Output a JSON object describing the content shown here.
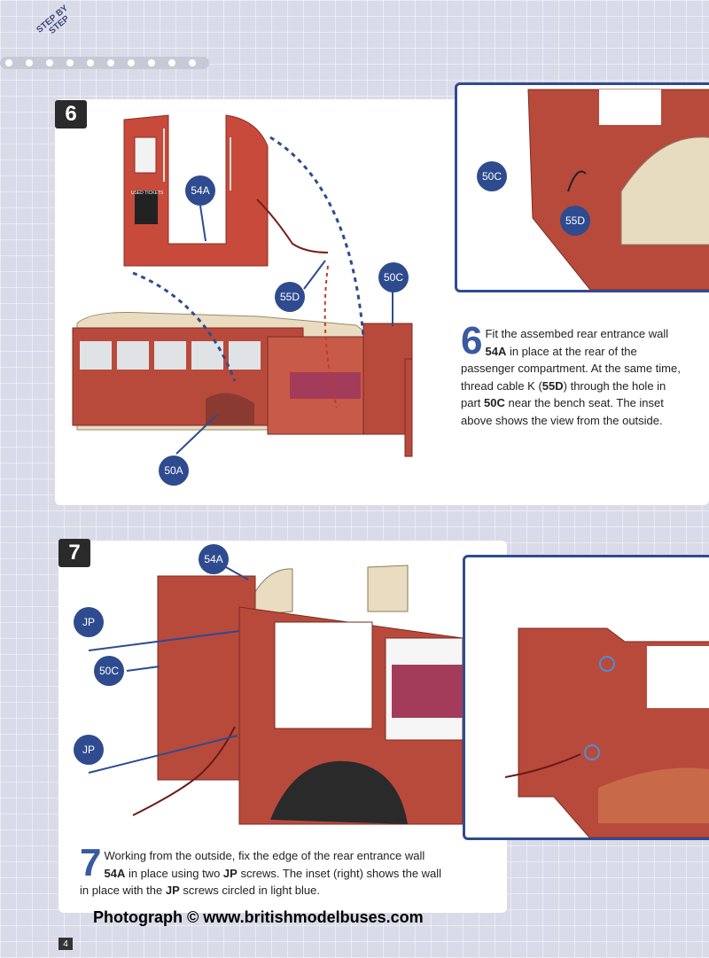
{
  "header": {
    "tag_line1": "STEP BY",
    "tag_line2": "STEP"
  },
  "step6": {
    "number": "6",
    "big_number": "6",
    "labels": [
      "54A",
      "55D",
      "50C",
      "50A"
    ],
    "inset_labels": [
      "50C",
      "55D"
    ],
    "instruction": [
      {
        "t": "Fit the assembed rear entrance wall "
      },
      {
        "b": "54A"
      },
      {
        "t": " in place at the rear of the passenger compartment. At the same time, thread cable K ("
      },
      {
        "b": "55D"
      },
      {
        "t": ") through the hole in part "
      },
      {
        "b": "50C"
      },
      {
        "t": " near the bench seat. The inset above shows the view from the outside."
      }
    ],
    "sign_text": "USED TICKETS"
  },
  "step7": {
    "number": "7",
    "big_number": "7",
    "labels": [
      "54A",
      "JP",
      "50C",
      "JP"
    ],
    "instruction": [
      {
        "t": "Working from the outside, fix the edge of the rear entrance wall "
      },
      {
        "b": "54A"
      },
      {
        "t": " in place using two "
      },
      {
        "b": "JP"
      },
      {
        "t": " screws. The inset (right) shows the wall in place with the "
      },
      {
        "b": "JP"
      },
      {
        "t": " screws circled in light blue."
      }
    ]
  },
  "footer": {
    "watermark": "Photograph © www.britishmodelbuses.com",
    "page_number": "4"
  },
  "colors": {
    "body_red": "#b84a3c",
    "callout_blue": "#2f4b8f",
    "panel_bg": "#ffffff"
  }
}
